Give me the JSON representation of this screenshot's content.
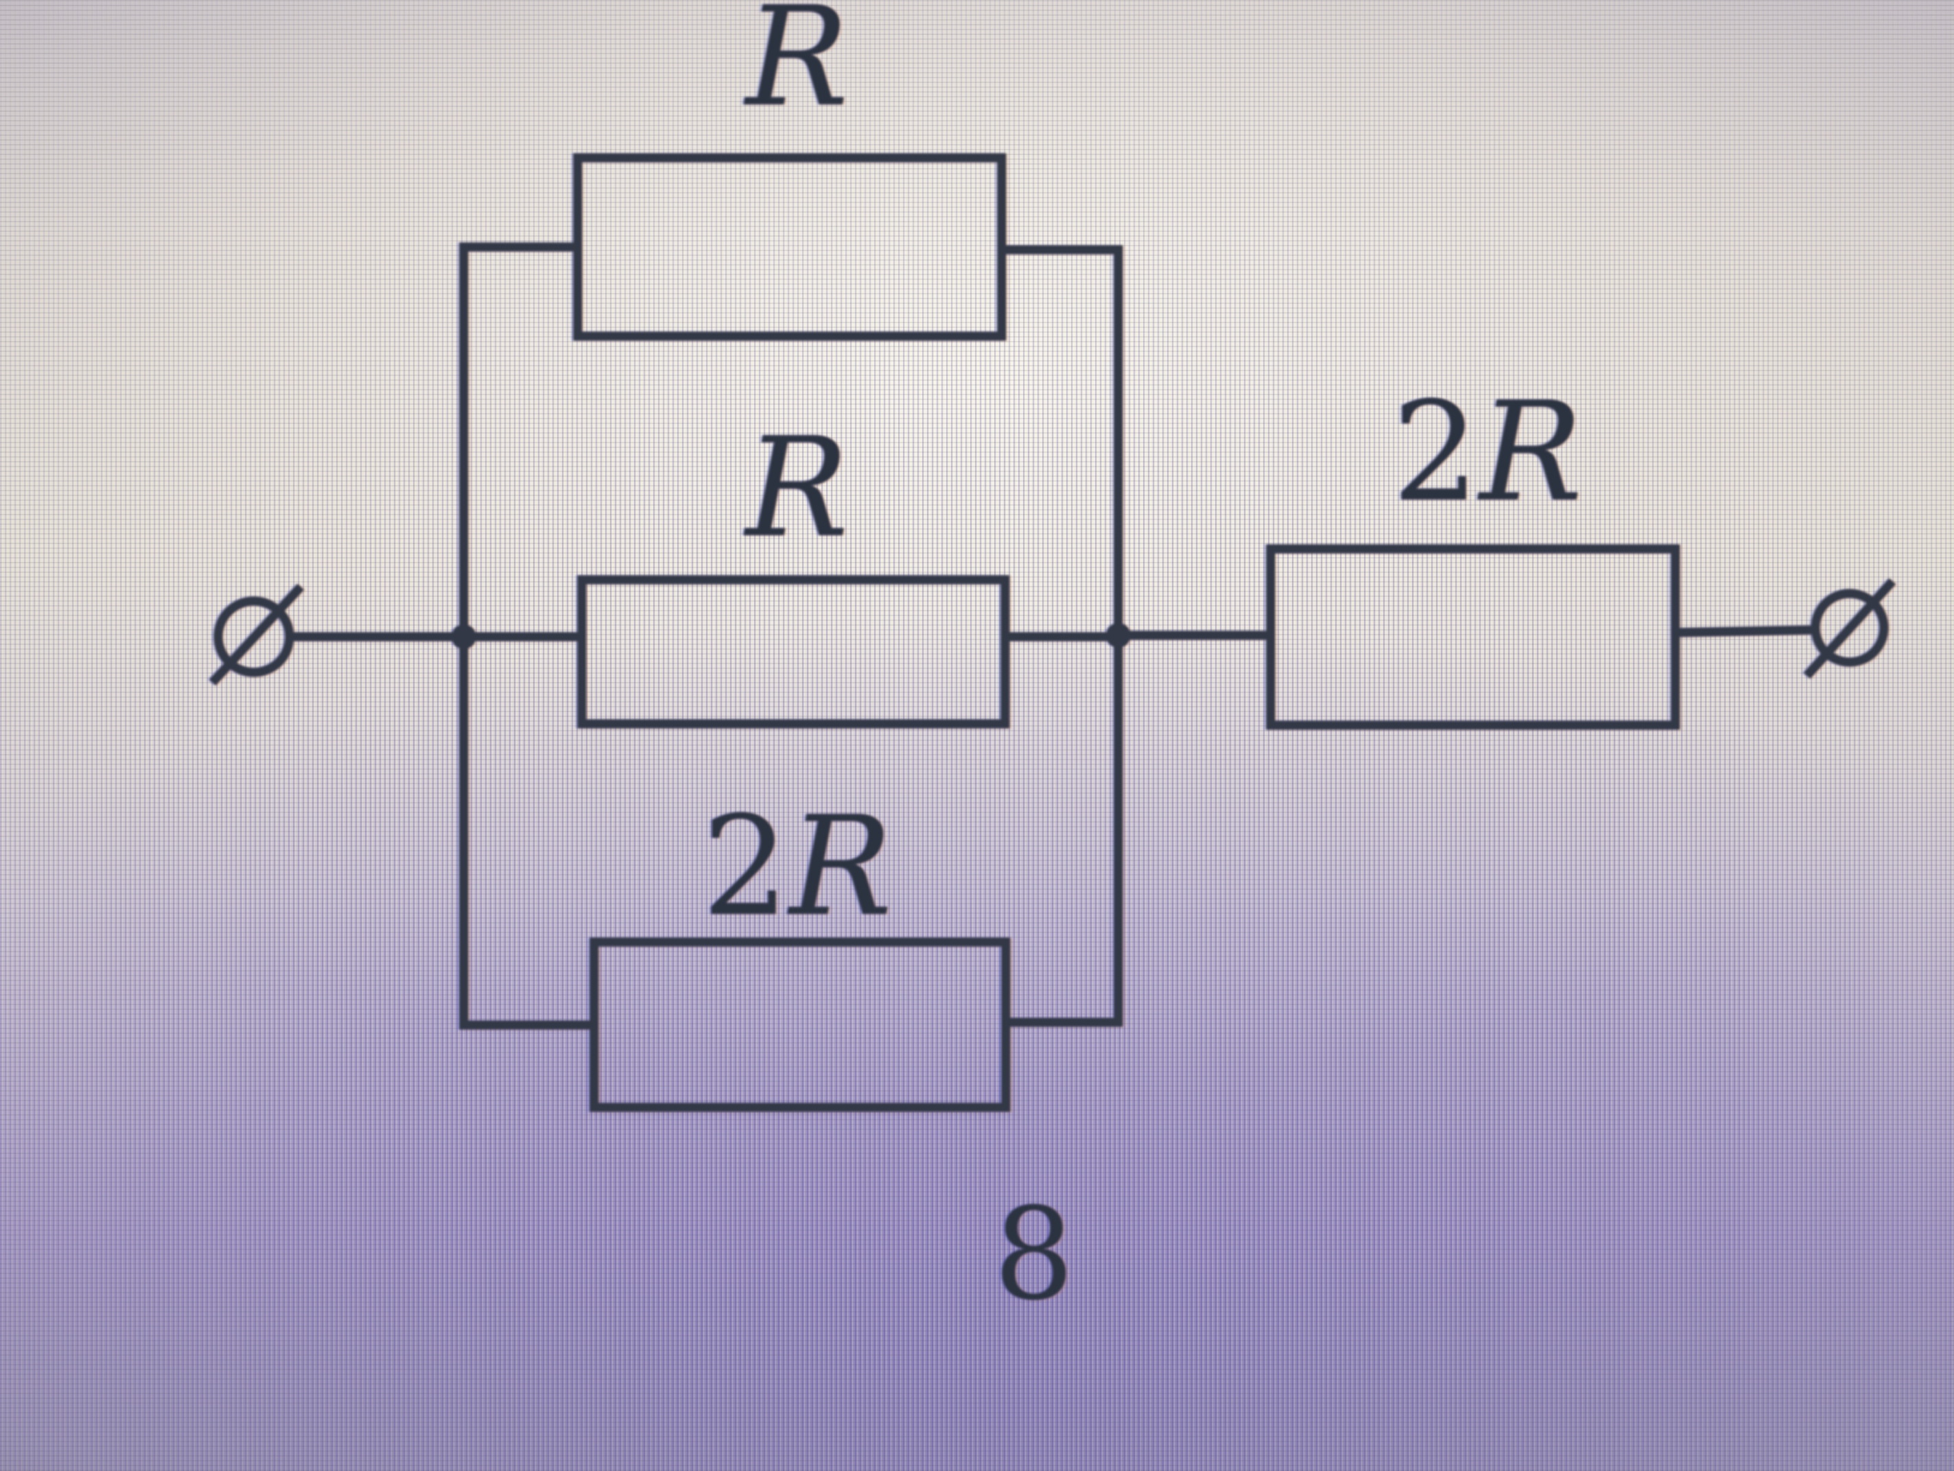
{
  "figure": {
    "kind": "circuit-diagram",
    "topology": "parallel group (R, R, 2R) in series with 2R between two slashed-circle terminals",
    "caption_number": "8"
  },
  "resistors": {
    "parallel_top": {
      "coefficient": "",
      "symbol": "R"
    },
    "parallel_middle": {
      "coefficient": "",
      "symbol": "R"
    },
    "parallel_bottom": {
      "coefficient": "2",
      "symbol": "R"
    },
    "series": {
      "coefficient": "2",
      "symbol": "R"
    }
  },
  "icons": {
    "left_terminal": "slashed-circle-terminal-icon",
    "right_terminal": "slashed-circle-terminal-icon",
    "junctions": "solder-dot-icon"
  },
  "colors": {
    "ink": "#323845",
    "bright_screen_center": "#f2eedd",
    "purple_glow": "#766ab9",
    "corner_gray": "#9a94a4"
  }
}
